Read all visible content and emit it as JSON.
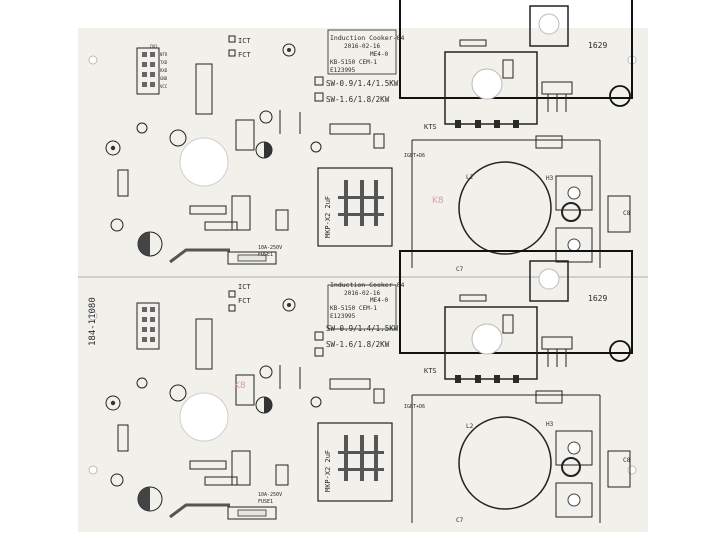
{
  "image": {
    "subject": "printed circuit board panel",
    "colors": {
      "board": "#f1f0ea",
      "background": "#ffffff",
      "silkscreen": "#2a2a2a",
      "outline": "#111111",
      "mark_red": "#d9a0a6"
    }
  },
  "board": {
    "side_label": "184-11080",
    "panels": [
      {
        "title": "Induction Cooker-04",
        "date": "2016-02-16",
        "code": "ME4-0",
        "model": "KB-5150 CEM-1",
        "number": "E123995",
        "corner_id": "1629",
        "switch_a": "SW-0.9/1.4/1.5KW",
        "switch_b": "SW-1.6/1.8/2KW",
        "ict": "ICT",
        "fct": "FCT",
        "kts": "KTS",
        "cap_label": "MKP-X2 2uF",
        "fuse_label": "10A-250V",
        "fuse_name": "FUSE1",
        "igbt": "IGBT+D6",
        "l2": "L2",
        "c7": "C7",
        "h3": "H3",
        "c8": "C8",
        "k8": "K8"
      },
      {
        "title": "Induction Cooker-04",
        "date": "2016-02-16",
        "code": "ME4-0",
        "model": "KB-5150 CEM-1",
        "number": "E123995",
        "corner_id": "1629",
        "switch_a": "SW-0.9/1.4/1.5KW",
        "switch_b": "SW-1.6/1.8/2KW",
        "ict": "ICT",
        "fct": "FCT",
        "kts": "KTS",
        "cap_label": "MKP-X2 2uF",
        "fuse_label": "10A-250V",
        "fuse_name": "FUSE1",
        "igbt": "IGBT+D6",
        "l2": "L2",
        "c7": "C7",
        "h3": "H3",
        "c8": "C8",
        "k8": "K8"
      }
    ],
    "connector_pins": [
      "CN1",
      "NTR",
      "TXD",
      "RXD",
      "GND",
      "VCC"
    ]
  }
}
